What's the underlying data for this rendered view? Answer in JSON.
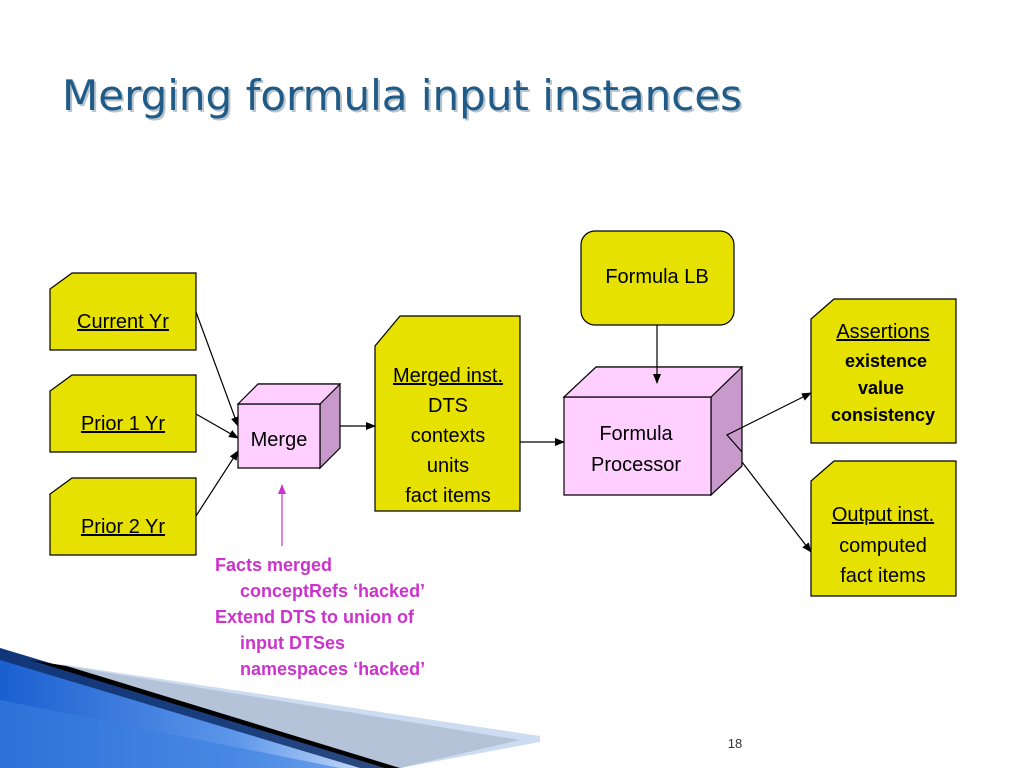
{
  "title": "Merging formula input instances",
  "nodes": {
    "current_yr": "Current Yr",
    "prior_1_yr": "Prior 1 Yr",
    "prior_2_yr": "Prior 2 Yr",
    "merge": "Merge",
    "merged_inst": {
      "heading": "Merged inst.",
      "lines": [
        "DTS",
        "contexts",
        "units",
        "fact items"
      ]
    },
    "formula_lb": "Formula LB",
    "formula_processor": [
      "Formula",
      "Processor"
    ],
    "assertions": {
      "heading": "Assertions",
      "lines": [
        "existence",
        "value",
        "consistency"
      ]
    },
    "output_inst": {
      "heading": "Output inst.",
      "lines": [
        "computed",
        "fact items"
      ]
    }
  },
  "note_lines": [
    "Facts merged",
    "conceptRefs ‘hacked’",
    "Extend DTS to union of",
    "input DTSes",
    "namespaces ‘hacked’"
  ],
  "page_number": "18",
  "colors": {
    "title": "#1f5b86",
    "document_fill": "#e6e100",
    "cube_front": "#ffd0ff",
    "cube_side": "#c79acb",
    "note_text": "#cc33cc",
    "banner_blue": "#2a6fd6"
  }
}
